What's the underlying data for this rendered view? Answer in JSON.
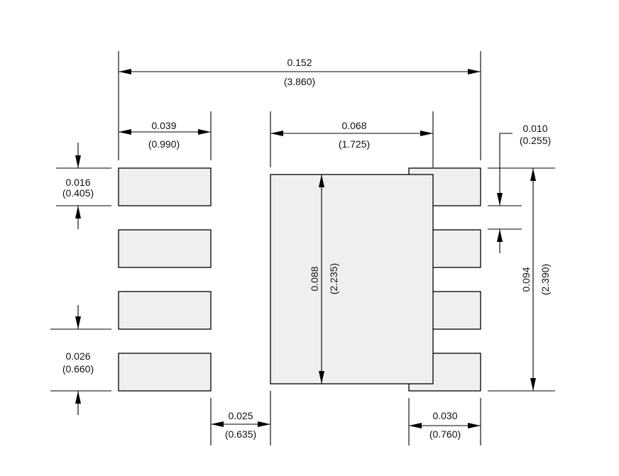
{
  "dimensions": {
    "overall_width": {
      "inch": "0.152",
      "mm": "(3.860)"
    },
    "pad_length_left": {
      "inch": "0.039",
      "mm": "(0.990)"
    },
    "thermal_width": {
      "inch": "0.068",
      "mm": "(1.725)"
    },
    "right_offset": {
      "inch": "0.010",
      "mm": "(0.255)"
    },
    "pad_width": {
      "inch": "0.016",
      "mm": "(0.405)"
    },
    "pad_pitch": {
      "inch": "0.026",
      "mm": "(0.660)"
    },
    "thermal_height": {
      "inch": "0.088",
      "mm": "(2.235)"
    },
    "overall_height": {
      "inch": "0.094",
      "mm": "(2.390)"
    },
    "gap": {
      "inch": "0.025",
      "mm": "(0.635)"
    },
    "pad_length_right": {
      "inch": "0.030",
      "mm": "(0.760)"
    }
  }
}
